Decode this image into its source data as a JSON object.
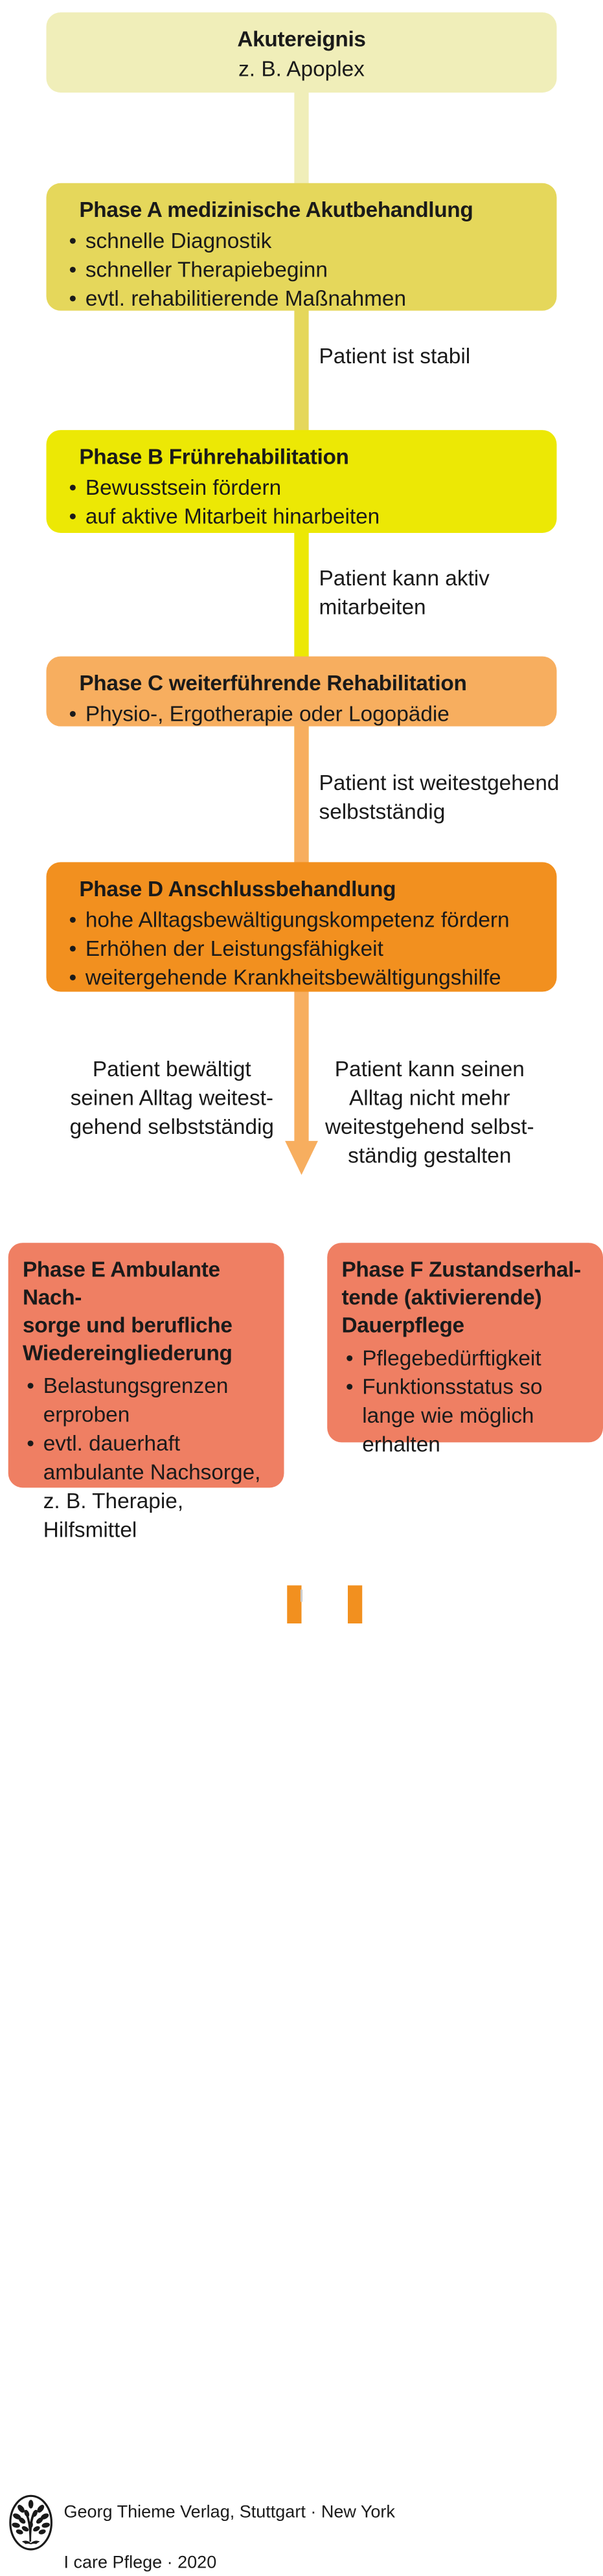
{
  "diagram": {
    "title": "Phasenmodell der neurologischen Rehabilitation",
    "colors": {
      "acute": "#f0eeb9",
      "phase_a": "#e5d75b",
      "phase_b": "#ece805",
      "phase_c": "#f7ae5f",
      "phase_d": "#f2901f",
      "phase_ef": "#ef7f63",
      "text": "#1a1a1a"
    },
    "nodes": {
      "acute": {
        "title": "Akutereignis",
        "subtitle": "z. B. Apoplex"
      },
      "phase_a": {
        "title": "Phase A medizinische Akutbehandlung",
        "items": [
          "schnelle Diagnostik",
          "schneller Therapiebeginn",
          "evtl. rehabilitierende Maßnahmen"
        ]
      },
      "phase_b": {
        "title": "Phase B Frührehabilitation",
        "items": [
          "Bewusstsein fördern",
          "auf aktive Mitarbeit hinarbeiten"
        ]
      },
      "phase_c": {
        "title": "Phase C weiterführende Rehabilitation",
        "items": [
          "Physio-, Ergotherapie oder Logopädie"
        ]
      },
      "phase_d": {
        "title": "Phase D Anschlussbehandlung",
        "items": [
          "hohe Alltagsbewältigungskompetenz fördern",
          "Erhöhen der Leistungsfähigkeit",
          "weitergehende Krankheitsbewältigungshilfe"
        ]
      },
      "phase_e": {
        "title": "Phase E Ambulante Nach-\nsorge und berufliche\nWiedereingliederung",
        "items": [
          "Belastungsgrenzen erproben",
          "evtl. dauerhaft ambulante Nachsorge, z. B. Therapie, Hilfsmittel"
        ]
      },
      "phase_f": {
        "title": "Phase F Zustandserhal-\ntende (aktivierende)\nDauerpflege",
        "items": [
          "Pflegebedürftigkeit",
          "Funktionsstatus so lange wie möglich erhalten"
        ]
      }
    },
    "connector_labels": {
      "a_to_b": "Patient ist stabil",
      "b_to_c": "Patient kann aktiv\nmitarbeiten",
      "c_to_d": "Patient ist weitestgehend\nselbstständig",
      "d_to_e": "Patient bewältigt\nseinen Alltag weitest-\ngehend selbstständig",
      "d_to_f": "Patient kann seinen\nAlltag nicht mehr\nweitestgehend selbst-\nständig gestalten"
    }
  },
  "footer": {
    "logo_name": "thieme-tree-logo",
    "line1": "Georg Thieme Verlag, Stuttgart · New York",
    "line2": "I care Pflege · 2020"
  }
}
